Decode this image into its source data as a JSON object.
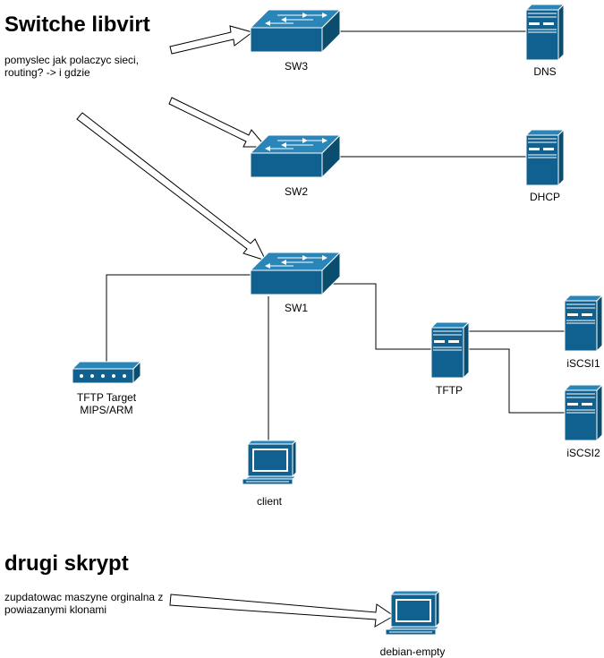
{
  "headings": {
    "libvirt_title": "Switche libvirt",
    "libvirt_note": "pomyslec jak polaczyc sieci,\nrouting? -> i gdzie",
    "script_title": "drugi skrypt",
    "script_note": "zupdatowac maszyne orginalna z\npowiazanymi klonami"
  },
  "nodes": {
    "sw3": "SW3",
    "sw2": "SW2",
    "sw1": "SW1",
    "dns": "DNS",
    "dhcp": "DHCP",
    "tftp": "TFTP",
    "iscsi1": "iSCSI1",
    "iscsi2": "iSCSI2",
    "tftp_target": "TFTP Target\nMIPS/ARM",
    "client": "client",
    "debian_empty": "debian-empty"
  },
  "icons": {
    "switch": "network-switch-icon",
    "server": "server-tower-icon",
    "workstation": "workstation-icon",
    "modem": "modem-icon"
  },
  "colors": {
    "icon_fill": "#10618F",
    "icon_dark": "#0B4D6F",
    "line": "#000000"
  }
}
